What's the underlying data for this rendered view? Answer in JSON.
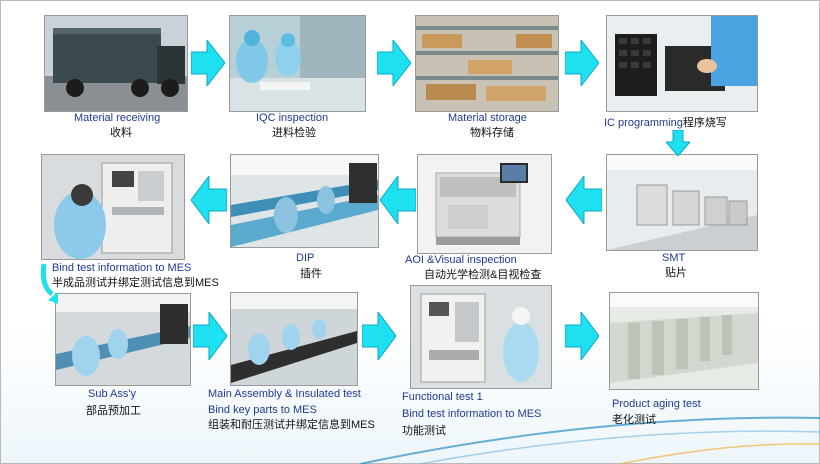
{
  "steps": [
    {
      "en": "Material receiving",
      "cn": "收料"
    },
    {
      "en": "IQC inspection",
      "cn": "进料检验"
    },
    {
      "en": "Material storage",
      "cn": "物料存储"
    },
    {
      "en": "IC programming",
      "cn": "程序烧写"
    },
    {
      "en": "SMT",
      "cn": "贴片"
    },
    {
      "en": "AOI &Visual inspection",
      "cn": "自动光学检测&目视检查"
    },
    {
      "en": "DIP",
      "cn": "插件"
    },
    {
      "en": "Bind test information to MES",
      "cn": "半成品测试并绑定测试信息到MES"
    },
    {
      "en": "Sub Ass'y",
      "cn": "部品预加工"
    },
    {
      "en": "Main Assembly & Insulated test",
      "en2": "Bind key parts to MES",
      "cn": "组装和耐压测试并绑定信息到MES"
    },
    {
      "en": "Functional test 1",
      "en2": "Bind test information to MES",
      "cn": "功能测试"
    },
    {
      "en": "Product aging test",
      "cn": "老化测试"
    }
  ],
  "colors": {
    "arrow": "#1ee0f0",
    "arrow_edge": "#0aa8c8",
    "label_en": "#1f3a93",
    "swoosh": "#2a8fc8"
  }
}
